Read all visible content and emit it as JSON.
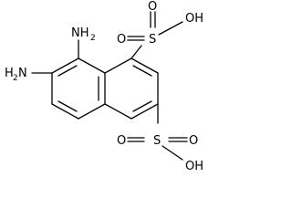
{
  "molecule": {
    "atom_labels": {
      "amine_top": "NH",
      "amine_top_sub": "2",
      "amine_left": "H",
      "amine_left_sub": "2",
      "amine_left_n": "N",
      "s1": "S",
      "s1_o_top": "O",
      "s1_o_left": "O",
      "s1_oh": "OH",
      "s2": "S",
      "s2_o_left": "O",
      "s2_o_right": "O",
      "s2_oh": "OH"
    }
  }
}
